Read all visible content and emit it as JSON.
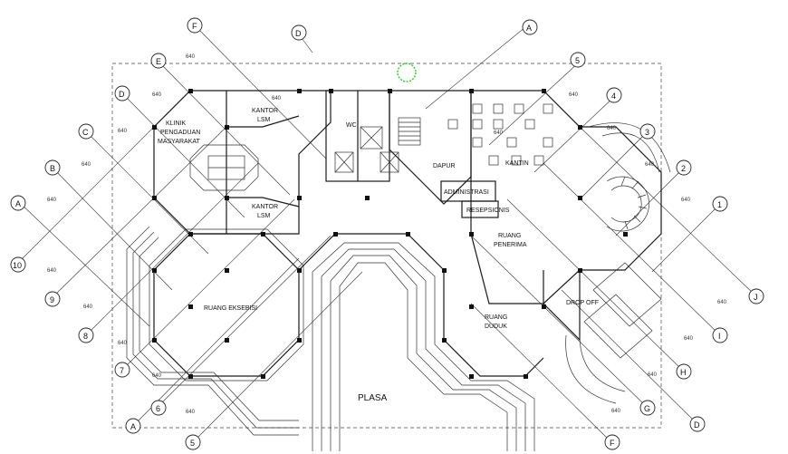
{
  "rooms": {
    "kantor_lsm_top_1": "KANTOR",
    "kantor_lsm_top_2": "LSM",
    "kantor_lsm_bottom_1": "KANTOR",
    "kantor_lsm_bottom_2": "LSM",
    "klinik_1": "KLINIK",
    "klinik_2": "PENGADUAN",
    "klinik_3": "MASYARAKAT",
    "dapur": "DAPUR",
    "kantin": "KANTIN",
    "administrasi": "ADMINISTRASI",
    "resepsionis": "RESEPSIONIS",
    "ruang_penerima_1": "RUANG",
    "ruang_penerima_2": "PENERIMA",
    "ruang_eksebisi": "RUANG EKSEBISI",
    "ruang_duduk_1": "RUANG",
    "ruang_duduk_2": "DUDUK",
    "drop_off": "DROP OFF",
    "plasa": "PLASA",
    "wc": "WC"
  },
  "grid_labels": {
    "top_f": "F",
    "top_d": "D",
    "top_a": "A",
    "top_5": "5",
    "left_e": "E",
    "left_d": "D",
    "left_c": "C",
    "left_b": "B",
    "left_a": "A",
    "left_10": "10",
    "left_9": "9",
    "left_8": "8",
    "left_7": "7",
    "left_6": "6",
    "bottom_a": "A",
    "bottom_5": "5",
    "bottom_f": "F",
    "bottom_d": "D",
    "right_4": "4",
    "right_3": "3",
    "right_2": "2",
    "right_1": "1",
    "right_j": "J",
    "right_i": "I",
    "right_h": "H",
    "right_g": "G"
  },
  "dimensions": {
    "d1": "640",
    "d2": "640",
    "d3": "640",
    "d4": "640",
    "d5": "640",
    "d6": "640",
    "d7": "640",
    "d8": "640",
    "d9": "640",
    "d10": "640",
    "d11": "640",
    "d12": "640",
    "d13": "640",
    "d14": "640",
    "d15": "640",
    "d16": "640",
    "d17": "640",
    "d18": "640",
    "d19": "640",
    "d20": "640"
  },
  "colors": {
    "line": "#1a1a1a",
    "tree": "#33cc33",
    "background": "#ffffff"
  }
}
